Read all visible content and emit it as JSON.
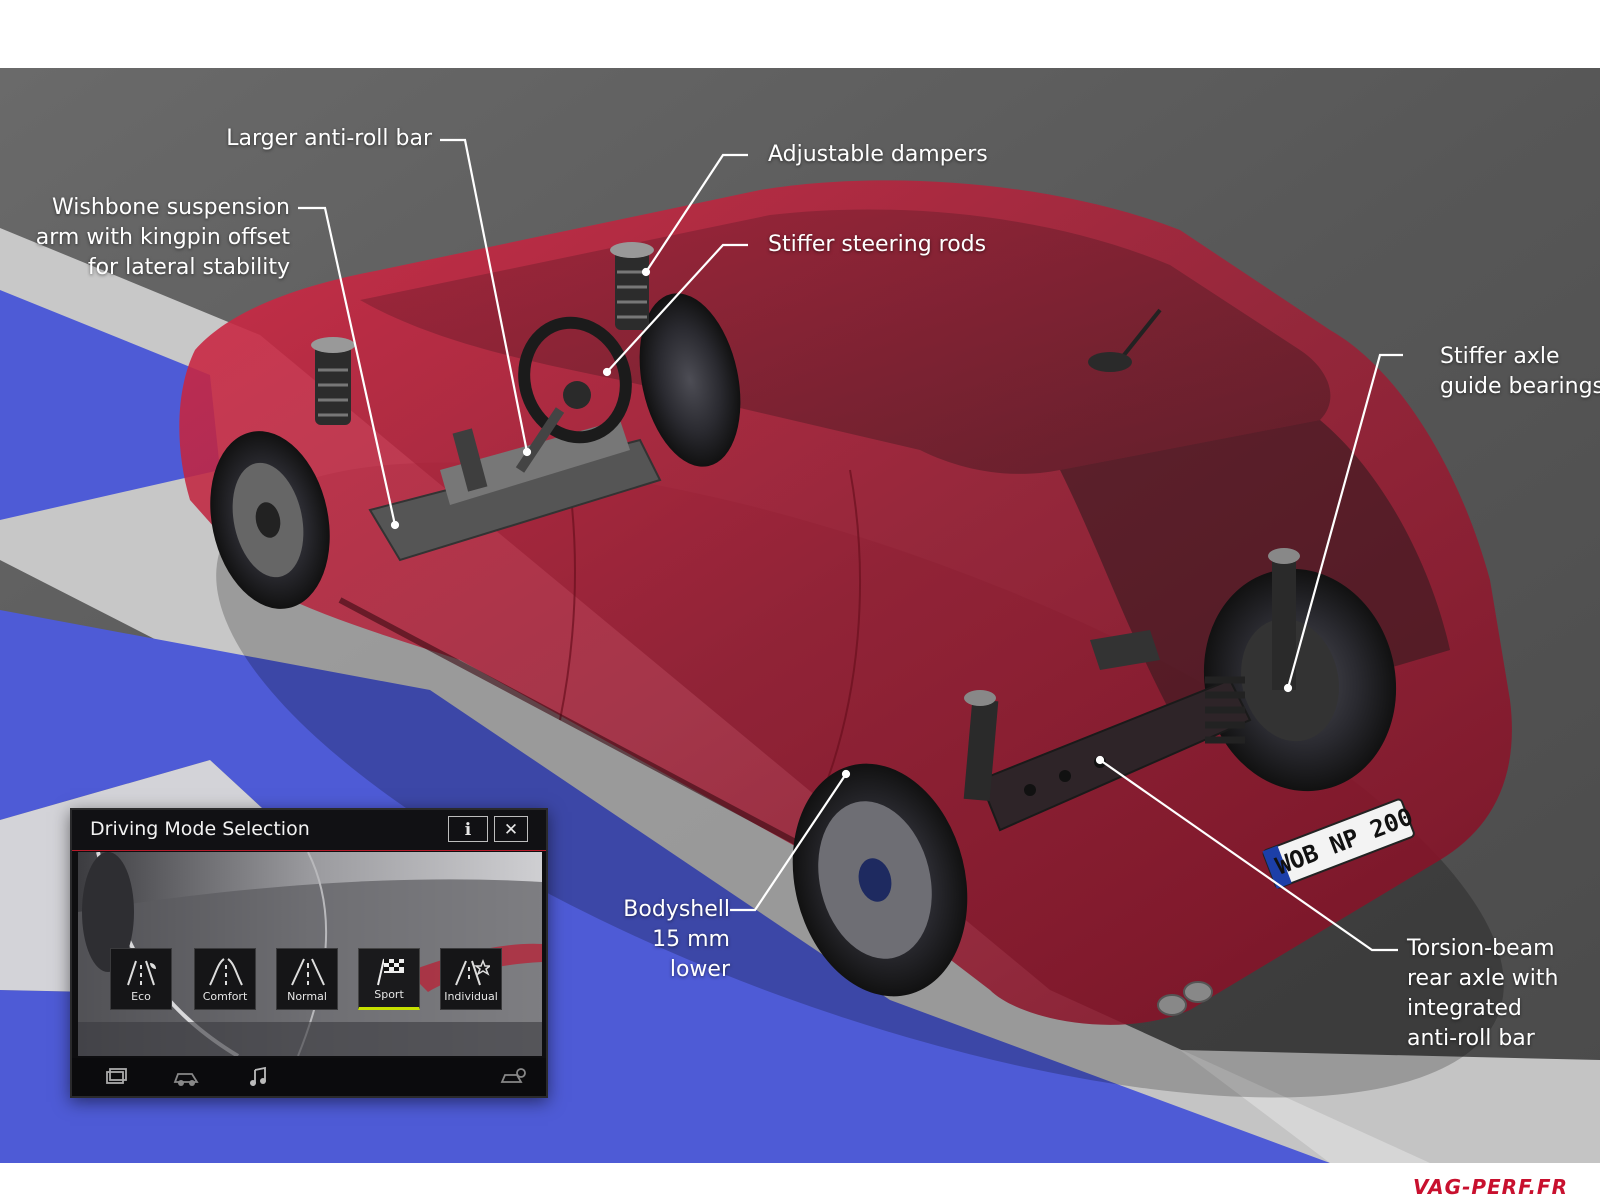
{
  "callouts": {
    "wishbone": [
      "Wishbone suspension",
      "arm with kingpin offset",
      "for lateral stability"
    ],
    "antiroll": "Larger anti-roll bar",
    "dampers": "Adjustable dampers",
    "steering": "Stiffer steering rods",
    "axle_bearings": [
      "Stiffer axle",
      "guide bearings"
    ],
    "bodyshell": [
      "Bodyshell",
      "15 mm",
      "lower"
    ],
    "torsion": [
      "Torsion-beam",
      "rear axle with",
      "integrated",
      "anti-roll bar"
    ]
  },
  "license_plate": "WOB NP 200",
  "panel": {
    "title": "Driving Mode Selection",
    "info_icon": "info-icon",
    "close_icon": "close-icon",
    "modes": [
      {
        "label": "Eco",
        "icon": "eco-road-icon"
      },
      {
        "label": "Comfort",
        "icon": "comfort-road-icon"
      },
      {
        "label": "Normal",
        "icon": "normal-road-icon"
      },
      {
        "label": "Sport",
        "icon": "sport-flag-icon"
      },
      {
        "label": "Individual",
        "icon": "individual-star-icon"
      }
    ],
    "selected_mode": "Sport",
    "bottom_icons": [
      "cards-icon",
      "car-mode-icon",
      "music-note-icon",
      "car-settings-icon"
    ],
    "accent_color": "#c6e000",
    "header_line_color": "#b81c2b"
  },
  "watermark": "VAG-PERF.FR",
  "colors": {
    "car_body": "#b3182f",
    "track_blue": "#4e5bd6",
    "asphalt": "#5a5a5a"
  }
}
